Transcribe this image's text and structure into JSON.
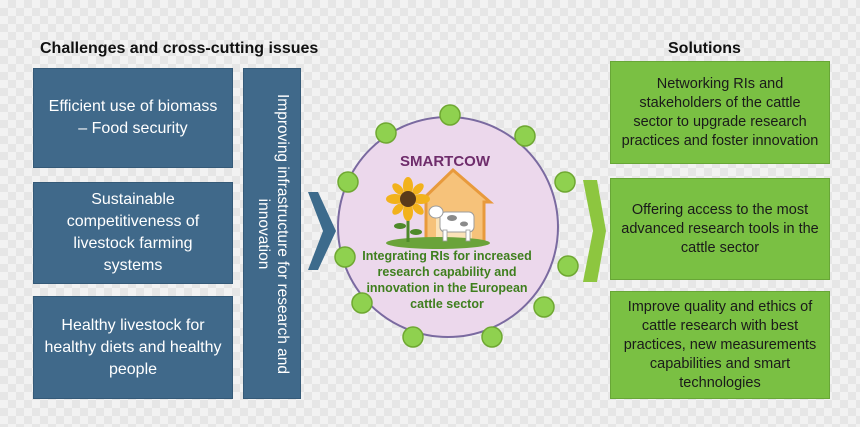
{
  "headings": {
    "challenges": "Challenges and cross-cutting issues",
    "solutions": "Solutions"
  },
  "challenges": [
    "Efficient use of biomass – Food security",
    "Sustainable competitiveness of livestock farming systems",
    "Healthy livestock for healthy diets and healthy people"
  ],
  "infrastructure": "Improving infrastructure for research and innovation",
  "center": {
    "title": "SMARTCOW",
    "description": "Integrating RIs for increased research capability and innovation  in the European cattle sector"
  },
  "solutions": [
    "Networking RIs and stakeholders of the cattle sector to upgrade research practices and foster innovation",
    "Offering access to the most advanced research tools in the cattle sector",
    "Improve quality and ethics of cattle research with best practices, new measurements capabilities and smart technologies"
  ],
  "colors": {
    "challenge_box": "#40698a",
    "solution_box": "#7ac043",
    "circle_fill": "#ecd8ec",
    "circle_stroke": "#7a6aa0",
    "node": "#8fd14f",
    "title": "#6e2c6b",
    "description": "#3f7f1e"
  }
}
